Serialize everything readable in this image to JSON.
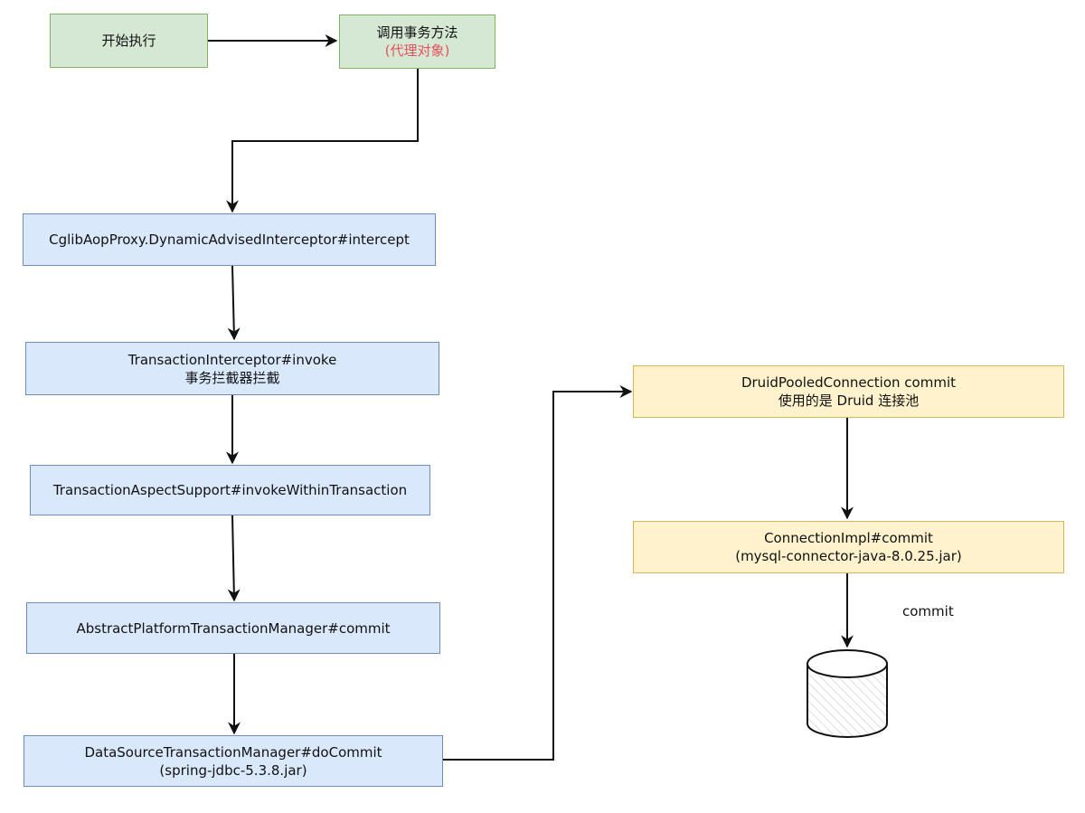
{
  "nodes": {
    "start": {
      "line1": "开始执行"
    },
    "call": {
      "line1": "调用事务方法",
      "line2": "(代理对象)"
    },
    "cglib": {
      "line1": "CglibAopProxy.DynamicAdvisedInterceptor#intercept"
    },
    "interceptor": {
      "line1": "TransactionInterceptor#invoke",
      "line2": "事务拦截器拦截"
    },
    "aspect": {
      "line1": "TransactionAspectSupport#invokeWithinTransaction"
    },
    "abstract_mgr": {
      "line1": "AbstractPlatformTransactionManager#commit"
    },
    "ds_mgr": {
      "line1": "DataSourceTransactionManager#doCommit",
      "line2": "(spring-jdbc-5.3.8.jar)"
    },
    "druid": {
      "line1": "DruidPooledConnection commit",
      "line2": "使用的是 Druid 连接池"
    },
    "conn_impl": {
      "line1": "ConnectionImpl#commit",
      "line2": "(mysql-connector-java-8.0.25.jar)"
    }
  },
  "edge_labels": {
    "commit": "commit"
  },
  "colors": {
    "green_fill": "#d5e8d4",
    "blue_fill": "#dae8fc",
    "yellow_fill": "#fff2cc",
    "accent_red": "#e8505b"
  },
  "icons": {
    "database": "database-cylinder-icon"
  }
}
